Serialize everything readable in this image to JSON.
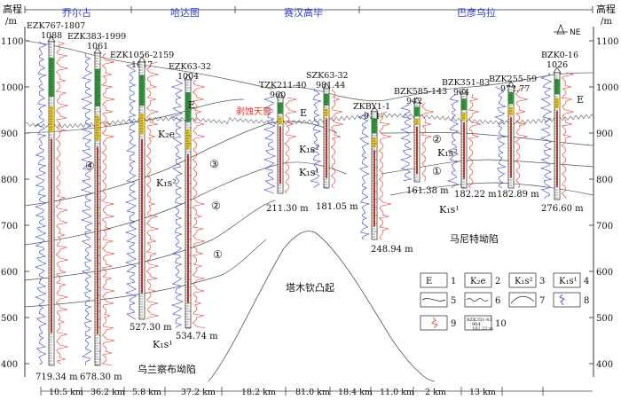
{
  "header": {
    "regions": [
      "乔尔古",
      "哈达图",
      "赛汉高毕",
      "巴彦乌拉"
    ],
    "ylabel_left": "高程",
    "yunit_left": "/m",
    "ylabel_right": "高程",
    "yunit_right": "/m",
    "north_label": "NE"
  },
  "axis": {
    "ticks": [
      "1100",
      "1000",
      "900",
      "800",
      "700",
      "600",
      "500",
      "400"
    ],
    "values": [
      1100,
      1000,
      900,
      800,
      700,
      600,
      500,
      400
    ]
  },
  "wells": [
    {
      "name": "EZK767-1807",
      "top": "1088",
      "bottom": "719.34 m"
    },
    {
      "name": "EZK383-1999",
      "top": "1061",
      "bottom": "678.30 m"
    },
    {
      "name": "EZK1056-2159",
      "top": "1017",
      "bottom": "527.30 m"
    },
    {
      "name": "EZK63-32",
      "top": "1004",
      "bottom": "534.74 m"
    },
    {
      "name": "TZK211-40",
      "top": "960",
      "bottom": "211.30 m"
    },
    {
      "name": "SZK63-32",
      "top": "981.44",
      "bottom": "181.05 m"
    },
    {
      "name": "ZKBY1-1",
      "top": "914",
      "bottom": "248.94 m"
    },
    {
      "name": "BZK585-143",
      "top": "942",
      "bottom": "161.38 m"
    },
    {
      "name": "BZK351-83",
      "top": "964",
      "bottom": "182.22 m"
    },
    {
      "name": "BZK255-59",
      "top": "972.77",
      "bottom": "182.89 m"
    },
    {
      "name": "BZK0-16",
      "top": "1026",
      "bottom": "276.60 m"
    }
  ],
  "distances": [
    "10.5 km",
    "36.2 km",
    "5.8 km",
    "37.2 km",
    "18.2 km",
    "81.0 km",
    "18.4 km",
    "11.0 km",
    "2 km",
    "13 km"
  ],
  "labels": {
    "e_west": "E",
    "e_mid": "E",
    "e_east": "E",
    "k2e": "K₂e",
    "k1s2_west": "K₁s²",
    "k1s1_west": "K₁s¹",
    "k1s2_mid": "K₁s²",
    "k1s1_mid": "K₁s¹",
    "k1s2_east": "K₁s²",
    "k1s1_east": "K₁s¹",
    "window": "剥蚀天窗",
    "uplift": "塔木钦凸起",
    "depression_west": "乌兰察布坳陷",
    "depression_east": "马尼特坳陷",
    "circ1": "①",
    "circ2": "②",
    "circ3": "③",
    "circ4": "④",
    "circ1e": "①",
    "circ2e": "②"
  },
  "legend": {
    "items": [
      {
        "num": "1",
        "sym": "E"
      },
      {
        "num": "2",
        "sym": "K₂e"
      },
      {
        "num": "3",
        "sym": "K₁s²"
      },
      {
        "num": "4",
        "sym": "K₁s¹"
      },
      {
        "num": "5",
        "sym": ""
      },
      {
        "num": "6",
        "sym": ""
      },
      {
        "num": "7",
        "sym": ""
      },
      {
        "num": "8",
        "sym": ""
      },
      {
        "num": "9",
        "sym": ""
      },
      {
        "num": "10",
        "sym": ""
      }
    ],
    "well_example_name": "BZK351-83",
    "well_example_top": "964",
    "well_example_bottom": "182.22 m"
  },
  "colors": {
    "red": "#e8321e",
    "blue": "#2a3bd0",
    "line": "#555555",
    "green": "#2f9a3a",
    "yellow": "#e6c82a"
  }
}
